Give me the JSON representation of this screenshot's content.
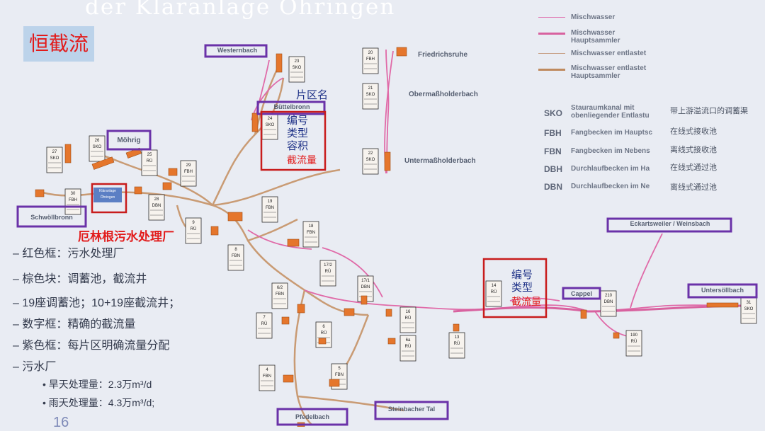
{
  "title": "der Kläranlage Öhringen",
  "badge": "恒截流",
  "legend": [
    {
      "label": "Mischwasser",
      "color": "#e07ab4",
      "width": 1.5
    },
    {
      "label": "Mischwasser Hauptsammler",
      "color": "#d8629f",
      "width": 3
    },
    {
      "label": "Mischwasser entlastet",
      "color": "#c79f83",
      "width": 1.5
    },
    {
      "label": "Mischwasser entlastet Hauptsammler",
      "color": "#bf8a5e",
      "width": 3
    }
  ],
  "types": [
    {
      "abbr": "SKO",
      "de": "Stauraumkanal mit obenliegender Entlastu",
      "cn": "带上游溢流口的调蓄渠"
    },
    {
      "abbr": "FBH",
      "de": "Fangbecken im Hauptsc",
      "cn": "在线式接收池"
    },
    {
      "abbr": "FBN",
      "de": "Fangbecken im Nebens",
      "cn": "离线式接收池"
    },
    {
      "abbr": "DBH",
      "de": "Durchlaufbecken im Ha",
      "cn": "在线式通过池"
    },
    {
      "abbr": "DBN",
      "de": "Durchlaufbecken im Ne",
      "cn": "离线式通过池"
    }
  ],
  "districts": {
    "westernbach": "Westernbach",
    "buttelbronn": "Büttelbronn",
    "mohrig": "Möhrig",
    "schwollbronn": "Schwöllbronn",
    "eckartsweiler": "Eckartsweiler / Weinsbach",
    "cappel": "Cappel",
    "untersollbach": "Untersöllbach",
    "pfedelbach": "Pfedelbach",
    "steinbacher": "Steinbacher Tal"
  },
  "place_names": {
    "friedrichsruhe": "Friedrichsruhe",
    "obermass": "Obermaßholderbach",
    "untermass": "Untermaßholderbach"
  },
  "plant_label": "Kläranlage Öhringen",
  "annotations": {
    "district_name": "片区名",
    "number": "编号",
    "type": "类型",
    "volume": "容积",
    "flow": "截流量",
    "number2": "编号",
    "type2": "类型",
    "flow2": "截流量",
    "wwtp": "厄林根污水处理厂"
  },
  "bullets": {
    "b1": "–  红色框：污水处理厂",
    "b2": "–  棕色块：调蓄池，截流井",
    "b3": "–  19座调蓄池；10+19座截流井；",
    "b4": "–  数字框：精确的截流量",
    "b5": "–  紫色框：每片区明确流量分配",
    "b6": "–  污水厂",
    "s1": "•  旱天处理量：2.3万m³/d",
    "s2": "•  雨天处理量：4.3万m³/d;"
  },
  "page_number": "16",
  "stations": [
    {
      "id": "23",
      "type": "SKO"
    },
    {
      "id": "20",
      "type": "FBH"
    },
    {
      "id": "21",
      "type": "SKO"
    },
    {
      "id": "22",
      "type": "SKO"
    },
    {
      "id": "24",
      "type": "SKO"
    },
    {
      "id": "26",
      "type": "SKO"
    },
    {
      "id": "27",
      "type": "SKO"
    },
    {
      "id": "25",
      "type": "RÜ"
    },
    {
      "id": "29",
      "type": "FBH"
    },
    {
      "id": "30",
      "type": "FBH"
    },
    {
      "id": "28",
      "type": "DBN"
    },
    {
      "id": "19",
      "type": "FBN"
    },
    {
      "id": "9",
      "type": "RÜ"
    },
    {
      "id": "18",
      "type": "FBN"
    },
    {
      "id": "8",
      "type": "FBN"
    },
    {
      "id": "17/2",
      "type": "RÜ"
    },
    {
      "id": "17/1",
      "type": "DBN"
    },
    {
      "id": "6/2",
      "type": "FBN"
    },
    {
      "id": "7",
      "type": "RÜ"
    },
    {
      "id": "16",
      "type": "RÜ"
    },
    {
      "id": "14",
      "type": "RÜ"
    },
    {
      "id": "210",
      "type": "DBN"
    },
    {
      "id": "31",
      "type": "SKO"
    },
    {
      "id": "6",
      "type": "RÜ"
    },
    {
      "id": "6a",
      "type": "RÜ"
    },
    {
      "id": "13",
      "type": "RÜ"
    },
    {
      "id": "190",
      "type": "RÜ"
    },
    {
      "id": "4",
      "type": "FBN"
    },
    {
      "id": "5",
      "type": "FBN"
    }
  ]
}
